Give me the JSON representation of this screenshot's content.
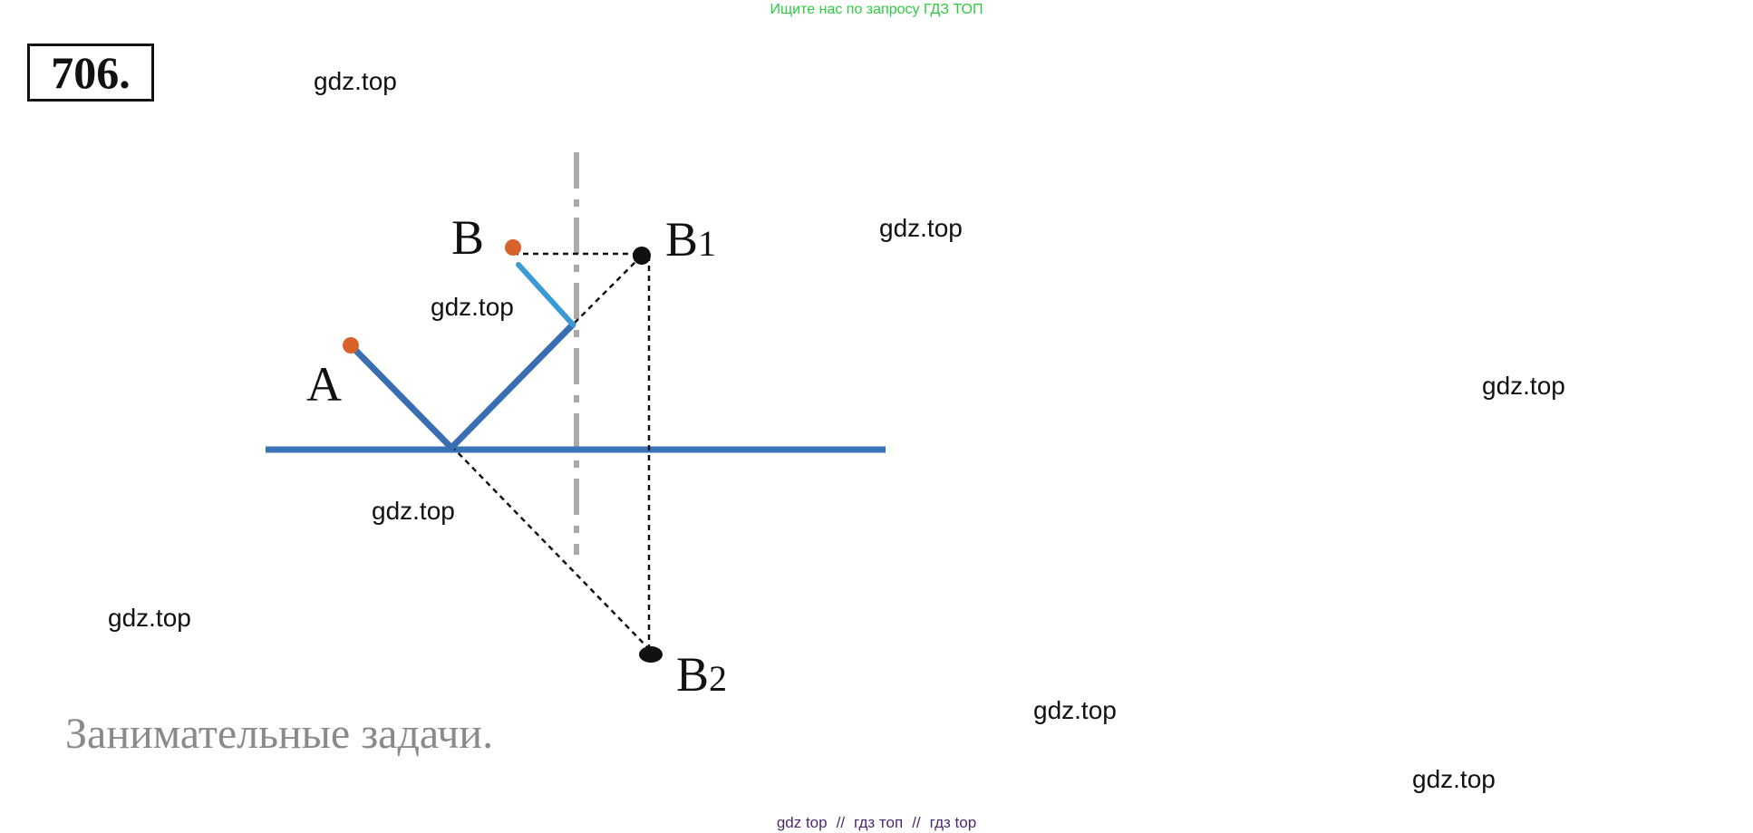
{
  "banner": "Ищите нас по запросу ГДЗ ТОП",
  "problem_number": "706.",
  "watermarks": [
    "gdz.top",
    "gdz.top",
    "gdz.top",
    "gdz.top",
    "gdz.top",
    "gdz.top",
    "gdz.top",
    "gdz.top"
  ],
  "diagram": {
    "points": {
      "A": {
        "label": "A"
      },
      "B": {
        "label": "B"
      },
      "B1": {
        "label": "B",
        "sub": "1"
      },
      "B2": {
        "label": "B",
        "sub": "2"
      }
    },
    "colors": {
      "mirror_line": "#3a73b8",
      "path_dark": "#3a6eb3",
      "path_light": "#3b9bd4",
      "axis": "#aaaaaa",
      "source_points": "#d9622b",
      "construction": "#111111"
    }
  },
  "subtitle": "Занимательные задачи.",
  "footer": {
    "a": "gdz top",
    "b": "гдз топ",
    "c": "гдз top"
  }
}
